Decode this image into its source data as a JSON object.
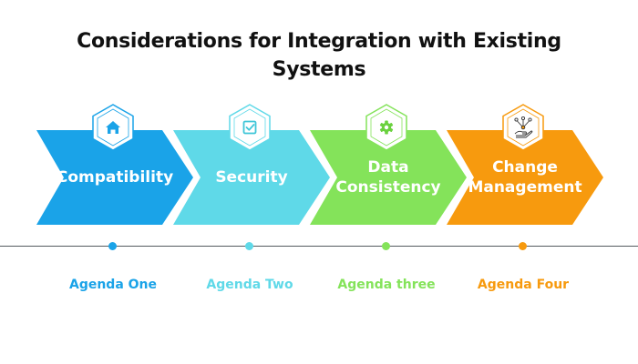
{
  "title": {
    "line1": "Considerations for Integration with Existing",
    "line2": "Systems"
  },
  "steps": [
    {
      "label": "Compatibility",
      "icon": "home-icon",
      "color": "#1aa3e8",
      "agenda": "Agenda One"
    },
    {
      "label": "Security",
      "icon": "checkbox-icon",
      "color": "#5fd9e8",
      "agenda": "Agenda Two"
    },
    {
      "label": "Data Consistency",
      "icon": "gear-icon",
      "color": "#84e35a",
      "agenda": "Agenda three"
    },
    {
      "label": "Change Management",
      "icon": "network-hand-icon",
      "color": "#f79a0e",
      "agenda": "Agenda Four"
    }
  ],
  "colors": {
    "title": "#111111",
    "timeline": "#555a60",
    "background": "#ffffff"
  }
}
